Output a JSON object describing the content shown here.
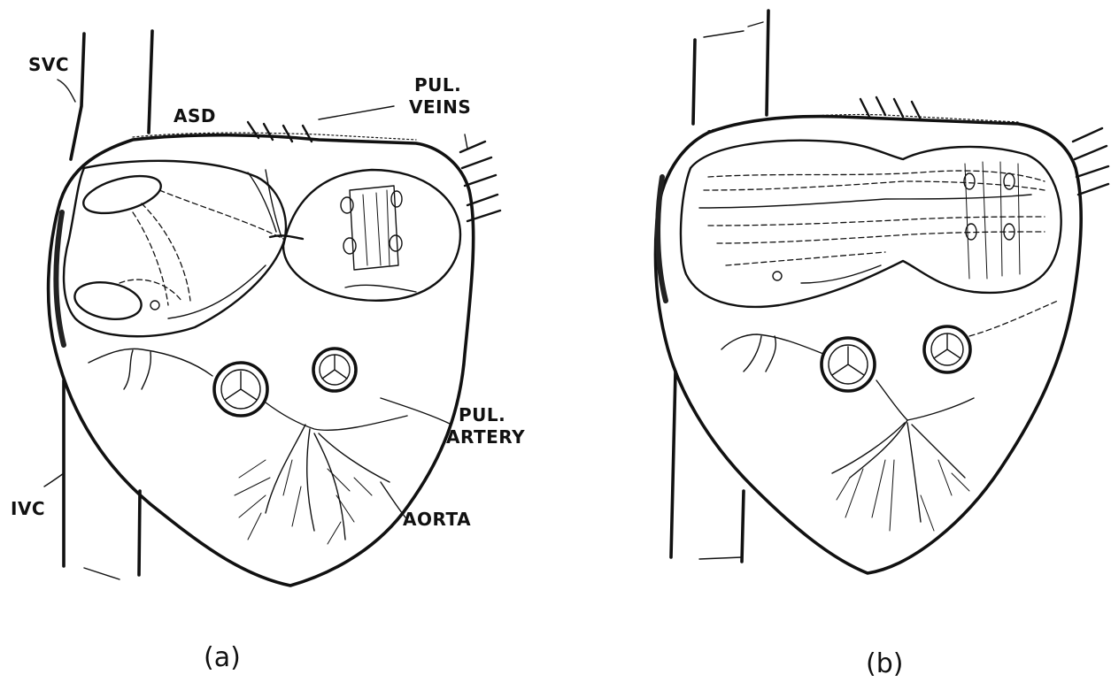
{
  "panels": [
    {
      "caption": "(a)",
      "labels": {
        "svc": "SVC",
        "ivc": "IVC",
        "asd": "ASD",
        "pul_veins": [
          "PUL.",
          "VEINS"
        ],
        "pul_artery": [
          "PUL.",
          "ARTERY"
        ],
        "aorta": "AORTA"
      }
    },
    {
      "caption": "(b)"
    }
  ]
}
